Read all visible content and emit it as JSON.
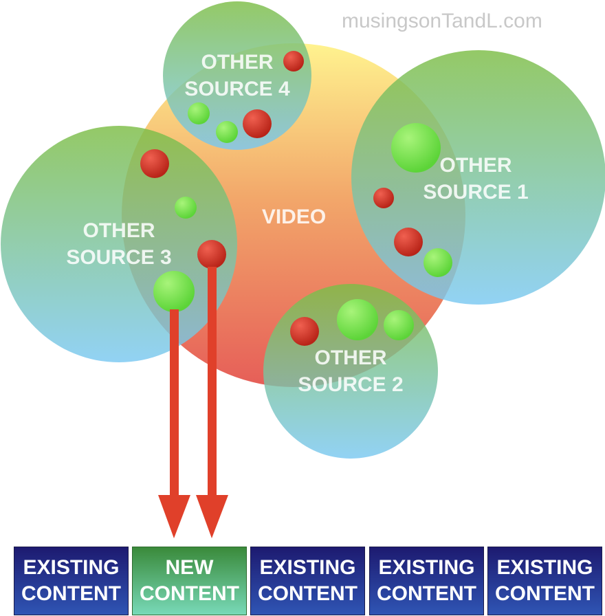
{
  "watermark": "musingsonTandL.com",
  "colors": {
    "video_top": "#fff08a",
    "video_bottom": "#e8605a",
    "source_top": "#7fc04a",
    "source_bottom": "#7fc8f0",
    "dot_red": "#d23a2a",
    "dot_green": "#7de04a",
    "arrow": "#e0402a",
    "existing_box": "#23307e",
    "new_box": "#3f9a4a"
  },
  "center": {
    "label": "VIDEO"
  },
  "sources": [
    {
      "line1": "OTHER",
      "line2": "SOURCE 1"
    },
    {
      "line1": "OTHER",
      "line2": "SOURCE 2"
    },
    {
      "line1": "OTHER",
      "line2": "SOURCE 3"
    },
    {
      "line1": "OTHER",
      "line2": "SOURCE 4"
    }
  ],
  "content_boxes": [
    {
      "line1": "EXISTING",
      "line2": "CONTENT",
      "kind": "existing"
    },
    {
      "line1": "NEW",
      "line2": "CONTENT",
      "kind": "new"
    },
    {
      "line1": "EXISTING",
      "line2": "CONTENT",
      "kind": "existing"
    },
    {
      "line1": "EXISTING",
      "line2": "CONTENT",
      "kind": "existing"
    },
    {
      "line1": "EXISTING",
      "line2": "CONTENT",
      "kind": "existing"
    }
  ]
}
